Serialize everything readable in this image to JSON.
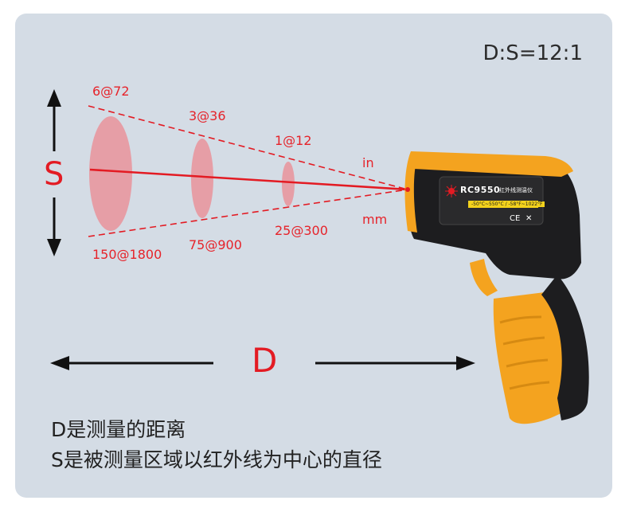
{
  "ratio_label": "D:S=12:1",
  "axis": {
    "s_label": "S",
    "d_label": "D"
  },
  "units": {
    "in": "in",
    "mm": "mm"
  },
  "spot_labels_in": [
    "6@72",
    "3@36",
    "1@12"
  ],
  "spot_labels_mm": [
    "150@1800",
    "75@900",
    "25@300"
  ],
  "description": {
    "line1": "D是测量的距离",
    "line2": "S是被测量区域以红外线为中心的直径"
  },
  "device": {
    "model": "RC9550",
    "name": "红外线测温仪",
    "range": "-50°C~550°C / -58°F~1022°F"
  },
  "colors": {
    "panel_bg": "#d4dce5",
    "accent_red": "#e31b23",
    "spot_fill": "#e9939b",
    "gun_orange": "#f4a31f",
    "gun_black": "#1d1d1f"
  }
}
